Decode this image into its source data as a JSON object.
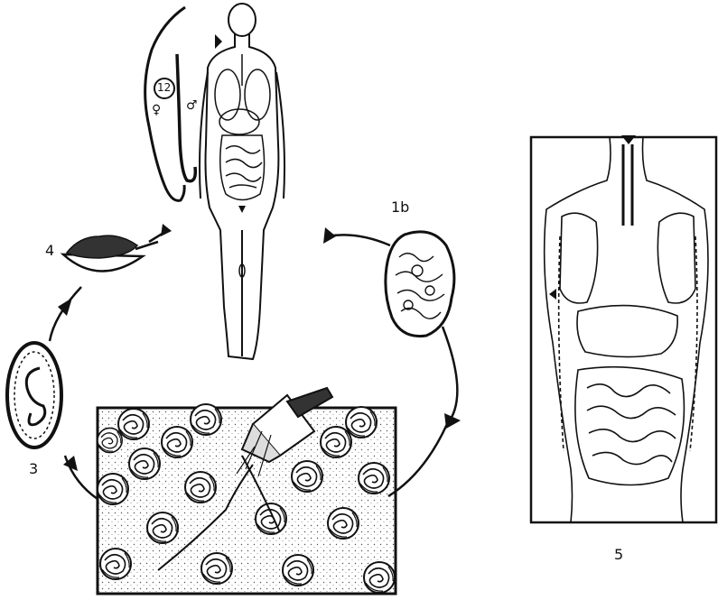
{
  "labels": {
    "stage_1b": "1b",
    "stage_3": "3",
    "stage_4": "4",
    "stage_5": "5",
    "circle_12": "12",
    "female_symbol": "♀",
    "male_symbol": "♂"
  },
  "colors": {
    "ink": "#111111",
    "paper": "#ffffff",
    "speckle": "#555555"
  }
}
